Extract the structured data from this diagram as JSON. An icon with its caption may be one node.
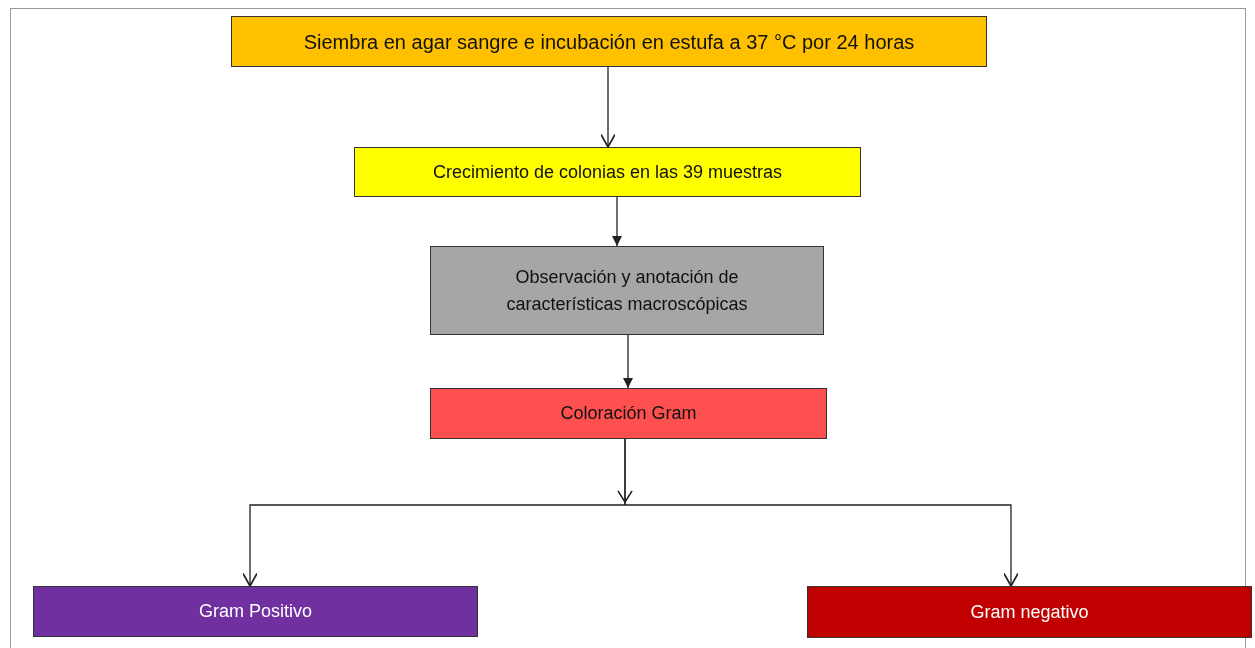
{
  "diagram": {
    "nodes": [
      {
        "text": [
          "Siembra en agar sangre e incubación en estufa a 37 °C por 24 horas"
        ]
      },
      {
        "text": [
          "Crecimiento de colonias en las 39 muestras"
        ]
      },
      {
        "text": [
          "Observación y anotación de características macroscópicas"
        ]
      },
      {
        "text": [
          "Coloración Gram"
        ]
      },
      {
        "text": [
          "Gram Positivo"
        ]
      },
      {
        "text": [
          "Gram negativo"
        ]
      }
    ],
    "edges": [
      {
        "from": 0,
        "to": 1,
        "arrow": "to"
      },
      {
        "from": 1,
        "to": 2,
        "arrow": "to"
      },
      {
        "from": 2,
        "to": 3,
        "arrow": "to"
      },
      {
        "from": 3,
        "to": 4,
        "arrow": "to"
      },
      {
        "from": 3,
        "to": 5,
        "arrow": "to"
      }
    ]
  }
}
